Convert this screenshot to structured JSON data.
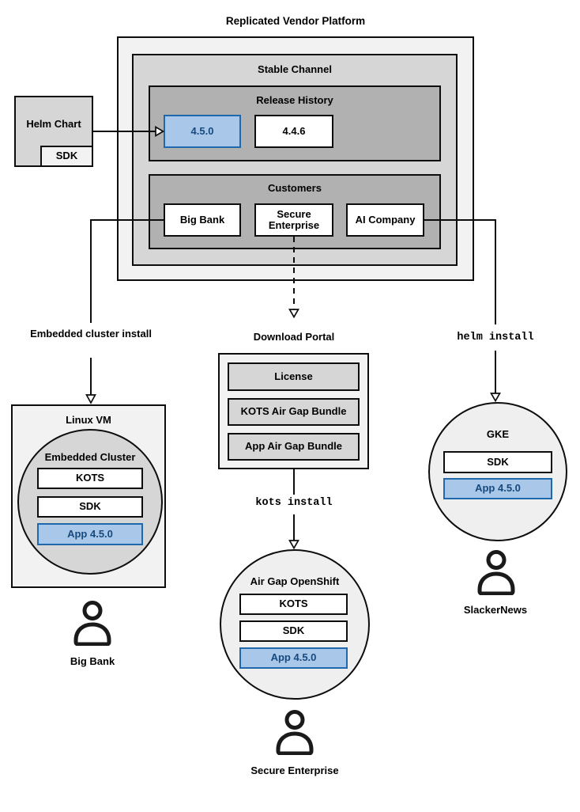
{
  "accent": {
    "blue_fill": "#a9c7e8",
    "blue_border": "#2068ac",
    "blue_text": "#17497d",
    "light_gray": "#f2f2f2",
    "medium_gray": "#d6d6d6",
    "dark_gray": "#b1b1b1"
  },
  "title": "Replicated Vendor Platform",
  "platform": {
    "stable_channel_label": "Stable Channel",
    "release_history": {
      "label": "Release History",
      "current": "4.5.0",
      "previous": "4.4.6"
    },
    "customers": {
      "label": "Customers",
      "big_bank": "Big Bank",
      "secure_enterprise": "Secure Enterprise",
      "ai_company": "AI Company"
    }
  },
  "helm_chart": {
    "label": "Helm Chart",
    "sdk": "SDK"
  },
  "left_flow": {
    "arrow_label": "Embedded cluster install",
    "vm_label": "Linux VM",
    "cluster_label": "Embedded Cluster",
    "components": [
      "KOTS",
      "SDK",
      "App 4.5.0"
    ],
    "user_label": "Big Bank"
  },
  "middle_flow": {
    "portal_label": "Download Portal",
    "portal_items": [
      "License",
      "KOTS Air Gap Bundle",
      "App Air Gap Bundle"
    ],
    "command_label": "kots install",
    "cluster_label": "Air Gap OpenShift",
    "components": [
      "KOTS",
      "SDK",
      "App 4.5.0"
    ],
    "user_label": "Secure Enterprise"
  },
  "right_flow": {
    "command_label": "helm install",
    "cluster_label": "GKE",
    "components": [
      "SDK",
      "App 4.5.0"
    ],
    "user_label": "SlackerNews"
  }
}
